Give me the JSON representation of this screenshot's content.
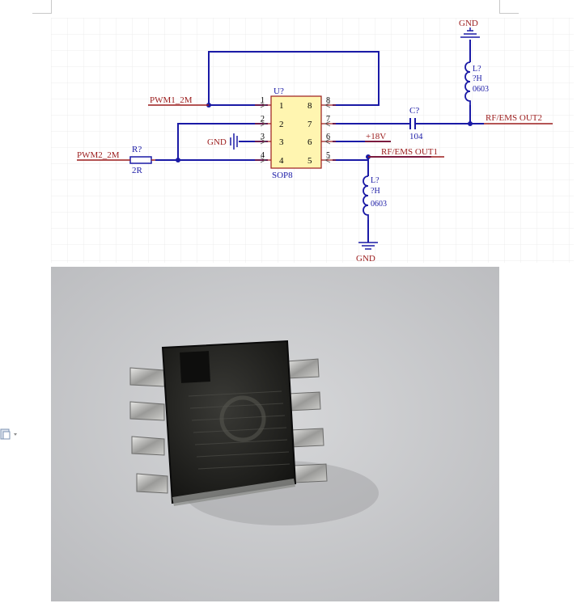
{
  "schematic": {
    "nets": {
      "pwm1": "PWM1_2M",
      "pwm2": "PWM2_2M",
      "gnd_left": "GND",
      "gnd_top": "GND",
      "gnd_bottom": "GND",
      "v18": "+18V",
      "out1": "RF/EMS OUT1",
      "out2": "RF/EMS OUT2"
    },
    "ic": {
      "designator": "U?",
      "package": "SOP8",
      "pins": [
        "1",
        "2",
        "3",
        "4",
        "5",
        "6",
        "7",
        "8"
      ]
    },
    "resistor": {
      "designator": "R?",
      "value": "2R"
    },
    "capacitor": {
      "designator": "C?",
      "value": "104"
    },
    "inductor_top": {
      "designator": "L?",
      "value": "?H",
      "package": "0603"
    },
    "inductor_bottom": {
      "designator": "L?",
      "value": "?H",
      "package": "0603"
    },
    "colors": {
      "wire": "#1a1aa6",
      "net_label": "#9b1b1b",
      "component": "#9b1b1b",
      "ic_fill": "#fff5b0",
      "ic_border": "#9b1b1b",
      "grid": "#eeeeee"
    }
  },
  "photo": {
    "subject": "sop8-chip-photo"
  }
}
